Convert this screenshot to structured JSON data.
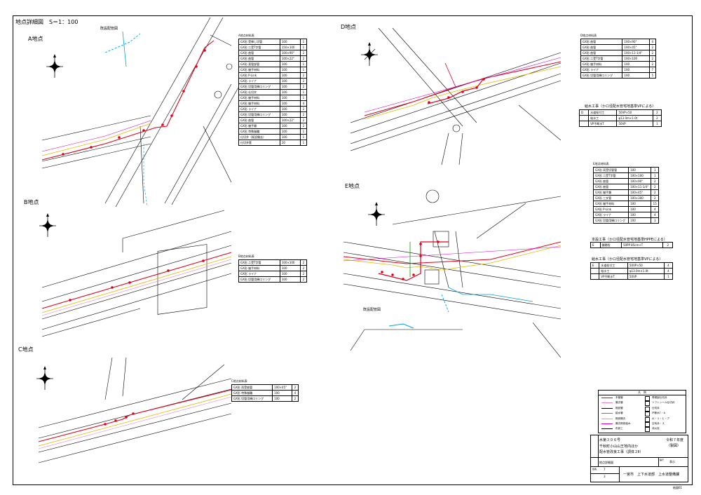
{
  "sheet": {
    "title": "地点詳細図　S＝1：100",
    "sheet_no": "給図61",
    "points": {
      "a": "A地点",
      "b": "B地点",
      "c": "C地点",
      "d": "D地点",
      "e": "E地点"
    }
  },
  "annotations": {
    "existing_pipe_a": "既設配管図",
    "existing_pipe_e": "既設配管図"
  },
  "colors": {
    "red": "#e0001b",
    "yellow": "#e5b800",
    "cyan": "#00a0e0",
    "magenta": "#d400c8",
    "pink": "#f080c0",
    "black": "#000000"
  },
  "tables": {
    "a_materials": {
      "title": "A地点材料表",
      "rows": [
        [
          "GX形 受挿し切管",
          "100",
          "1"
        ],
        [
          "GX形 二受T字管",
          "150×100",
          "1"
        ],
        [
          "GX形 曲管",
          "100×90°",
          "2"
        ],
        [
          "GX形 曲管",
          "100×22°",
          "2"
        ],
        [
          "GX形 直管部管",
          "100",
          "1"
        ],
        [
          "GX形 継手材料",
          "100",
          "1"
        ],
        [
          "GX形 P-Link",
          "100",
          "2"
        ],
        [
          "GX形 ライナ",
          "100",
          "2"
        ],
        [
          "GX形 切管用挿口リング",
          "100",
          "2"
        ],
        [
          "GX形 仕切弁",
          "100",
          "1"
        ],
        [
          "GX形 継手材料",
          "100",
          "1"
        ],
        [
          "GX形 継手材料",
          "100",
          "4"
        ],
        [
          "GX形 ライナ",
          "100",
          "2"
        ],
        [
          "GX形 切管用挿口リング",
          "100",
          "2"
        ],
        [
          "GX形 曲管",
          "100×22°",
          "2"
        ],
        [
          "GX形 継手類",
          "100",
          "2"
        ],
        [
          "GX形 特殊継輪",
          "100",
          "1"
        ],
        [
          "仕切弁（既設撤去）",
          "100",
          "1"
        ],
        [
          "仕切弁筺",
          "20",
          "1"
        ]
      ]
    },
    "b_materials": {
      "title": "B地点材料表",
      "rows": [
        [
          "GX形 二受T字管",
          "100×100",
          "2"
        ],
        [
          "GX形 継手材料",
          "100",
          "2"
        ],
        [
          "GX形 ライナ",
          "100",
          "2"
        ],
        [
          "GX形 切管用挿口リング",
          "100",
          "2"
        ]
      ]
    },
    "c_materials": {
      "title": "C地点材料表",
      "rows": [
        [
          "GX形 両受曲管",
          "100×45°",
          "2"
        ],
        [
          "GX形 特殊継輪",
          "100",
          "4"
        ],
        [
          "GX形 切管用挿口リング",
          "100",
          "2"
        ]
      ]
    },
    "d_materials": {
      "title": "D地点材料表",
      "rows": [
        [
          "GX形 曲管",
          "100×90°",
          "4"
        ],
        [
          "GX形 曲管",
          "100×45°",
          "2"
        ],
        [
          "GX形 曲管",
          "100×11-1/4°",
          "2"
        ],
        [
          "GX形 二受T字管",
          "100×100",
          "2"
        ],
        [
          "GX形 継手材料",
          "100",
          "2"
        ],
        [
          "GX形 ライナ",
          "100",
          "7"
        ],
        [
          "GX形 切管用挿口リング",
          "100",
          "5"
        ]
      ]
    },
    "d_branch": {
      "title": "給水工事（かロ径配水管宅地基準VPによる）",
      "rows": [
        [
          "D",
          "水道栓付工",
          "50VP×50",
          "2"
        ],
        [
          "",
          "給水工",
          "φ13.0m×1.0t",
          "2"
        ],
        [
          "",
          "VP不断水T",
          "50VP",
          "1"
        ]
      ]
    },
    "e_materials": {
      "title": "E地点材料表",
      "rows": [
        [
          "GX形 両受切管管",
          "100",
          "1"
        ],
        [
          "GX形 二受T字管",
          "100×100",
          "1"
        ],
        [
          "GX形 曲管",
          "100×90°",
          "2"
        ],
        [
          "GX形 曲管",
          "100×11-1/4°",
          "2"
        ],
        [
          "GX形 継手類",
          "100×45°",
          "2"
        ],
        [
          "GX形 三叉管",
          "100×300",
          "2"
        ],
        [
          "GX形 継手材料",
          "100",
          "15"
        ],
        [
          "GX形 P-Link",
          "100",
          "4"
        ],
        [
          "GX形 ライナ",
          "100",
          "4"
        ],
        [
          "GX形 切管用挿口リング",
          "100",
          "3"
        ]
      ]
    },
    "e_valve": {
      "title": "本設工事（かロ径配水管宅地基準HPPEによる）",
      "rows": [
        [
          "E",
          "開閉栓",
          "50PP 85cm+T",
          "2"
        ]
      ]
    },
    "e_branch": {
      "title": "給水工事（かロ径配水管宅地基準VPによる）",
      "rows": [
        [
          "E",
          "水道栓付工",
          "50VP×50",
          "4"
        ],
        [
          "",
          "給水工",
          "φ13.0m×1.0t",
          "4"
        ],
        [
          "",
          "VP不断水T",
          "50VP",
          "1"
        ]
      ]
    }
  },
  "legend": {
    "title": "凡　例",
    "items": [
      {
        "label": "本管管",
        "sym": "青銅製仕切弁"
      },
      {
        "label": "撤去管",
        "sym": "ソフトシール仕切弁"
      },
      {
        "label": "既設管",
        "sym": "仕切弁"
      },
      {
        "label": "給水管",
        "sym": "不断水T・A"
      },
      {
        "label": "既設撤去",
        "sym": "ポ・リ・ヒ・ア"
      },
      {
        "label": "撤去既設給水",
        "sym": "空気弁・ス"
      },
      {
        "label": "布設工",
        "sym": "消火栓"
      }
    ]
  },
  "title_block": {
    "project": "水第３０６号",
    "name1": "千秋町小山山王地内ほか",
    "name2": "配水管改良工事（調体２Ⅱ）",
    "year": "令和７年度",
    "kind": "（製図）",
    "drawing": "地点詳細図",
    "scale_label": "縮尺",
    "scale_value": "表示",
    "sheet_label": "図番",
    "num1": "7",
    "num2": "3",
    "office": "一宮市　上下水道部　上水道整備課"
  }
}
